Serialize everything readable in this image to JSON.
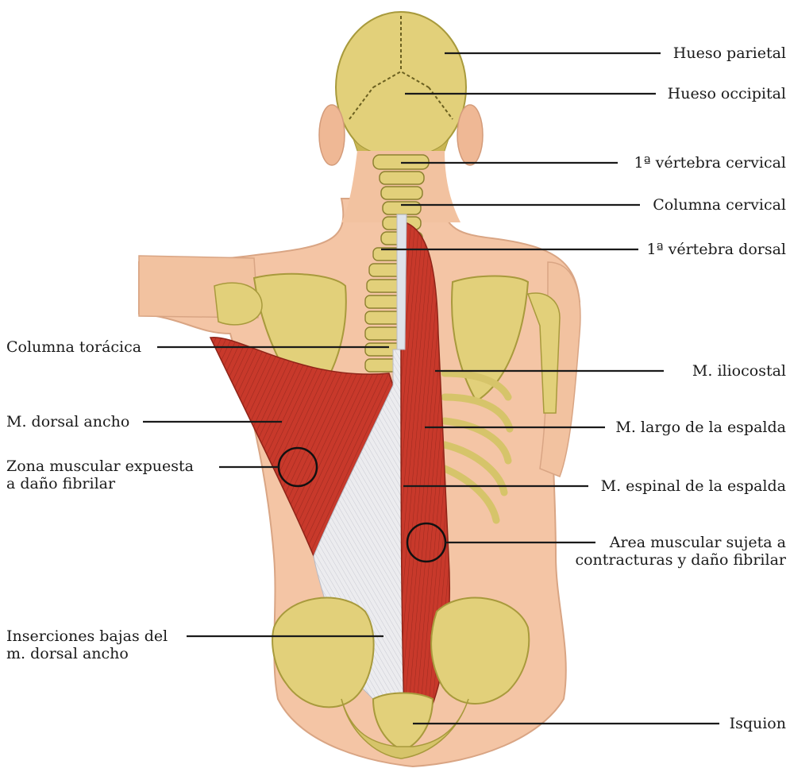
{
  "diagram": {
    "labels": {
      "parietal": "Hueso parietal",
      "occipital": "Hueso occipital",
      "first_cervical": "1ª vértebra cervical",
      "cervical_spine": "Columna cervical",
      "first_dorsal": "1ª vértebra dorsal",
      "thoracic_spine": "Columna torácica",
      "iliocostal": "M. iliocostal",
      "dorsal_ancho": "M. dorsal ancho",
      "largo_espalda": "M. largo de la espalda",
      "zona_expuesta_1": "Zona muscular expuesta",
      "zona_expuesta_2": "a daño fibrilar",
      "espinal_espalda": "M. espinal de la espalda",
      "area_sujeta_1": "Area muscular sujeta a",
      "area_sujeta_2": "contracturas y daño fibrilar",
      "inserciones_1": "Inserciones bajas del",
      "inserciones_2": "m. dorsal ancho",
      "isquion": "Isquion"
    },
    "colors": {
      "skin": "#f4c5a5",
      "bone": "#e2d07a",
      "bone_shadow": "#a89a3c",
      "muscle": "#c8392b",
      "muscle_dark": "#9e2a1f",
      "tendon": "#e8e8ea",
      "leader_line": "#1a1a1a"
    }
  }
}
